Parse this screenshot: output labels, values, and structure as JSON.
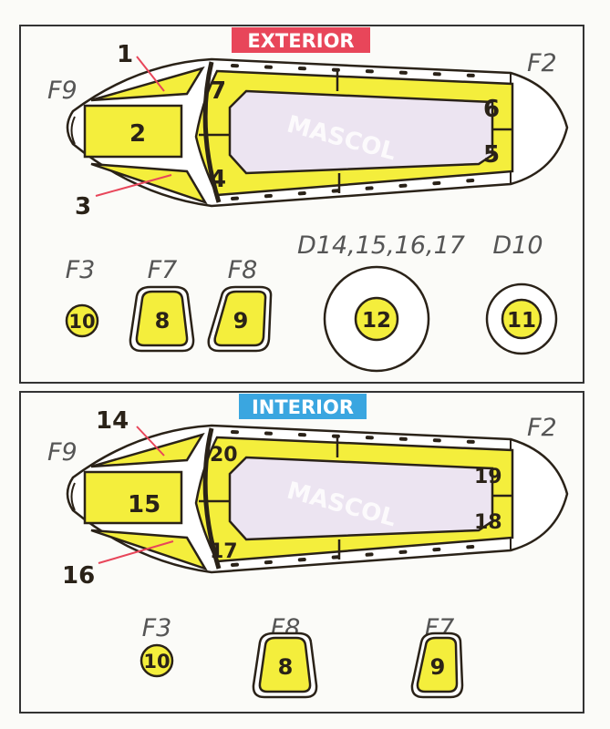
{
  "exterior": {
    "title": "EXTERIOR",
    "title_color": "#e8465a",
    "canopy_labels": {
      "left_frame": "F9",
      "right_frame": "F2"
    },
    "masks": [
      "1",
      "2",
      "3",
      "4",
      "5",
      "6",
      "7"
    ],
    "watermark": "MASCOL",
    "parts": [
      {
        "part": "F3",
        "mask": "10"
      },
      {
        "part": "F7",
        "mask": "8"
      },
      {
        "part": "F8",
        "mask": "9"
      },
      {
        "part": "D14,15,16,17",
        "mask": "12"
      },
      {
        "part": "D10",
        "mask": "11"
      }
    ]
  },
  "interior": {
    "title": "INTERIOR",
    "title_color": "#3aa6e0",
    "canopy_labels": {
      "left_frame": "F9",
      "right_frame": "F2"
    },
    "masks": [
      "14",
      "15",
      "16",
      "17",
      "18",
      "19",
      "20"
    ],
    "watermark": "MASCOL",
    "parts": [
      {
        "part": "F3",
        "mask": "10"
      },
      {
        "part": "F8",
        "mask": "8"
      },
      {
        "part": "F7",
        "mask": "9"
      }
    ]
  },
  "colors": {
    "mask": "#f4ee3c",
    "glass": "#ece4f1",
    "leader": "#e8465a"
  }
}
